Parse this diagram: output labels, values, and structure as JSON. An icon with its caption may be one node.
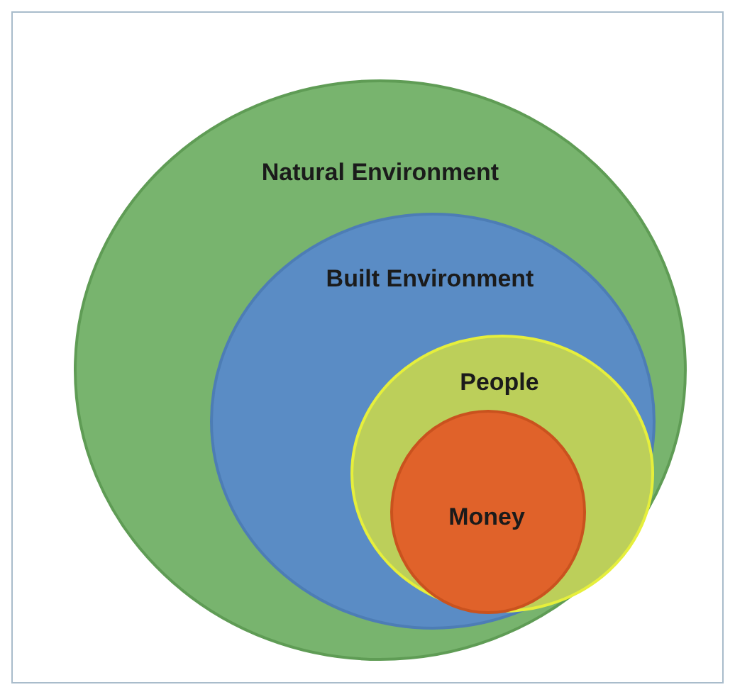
{
  "diagram": {
    "nodes": [
      {
        "text": [
          "Natural Environment"
        ]
      },
      {
        "text": [
          "Built Environment"
        ],
        "in": 0
      },
      {
        "text": [
          "People"
        ],
        "in": 1
      },
      {
        "text": [
          "Money"
        ],
        "in": 2
      }
    ]
  }
}
